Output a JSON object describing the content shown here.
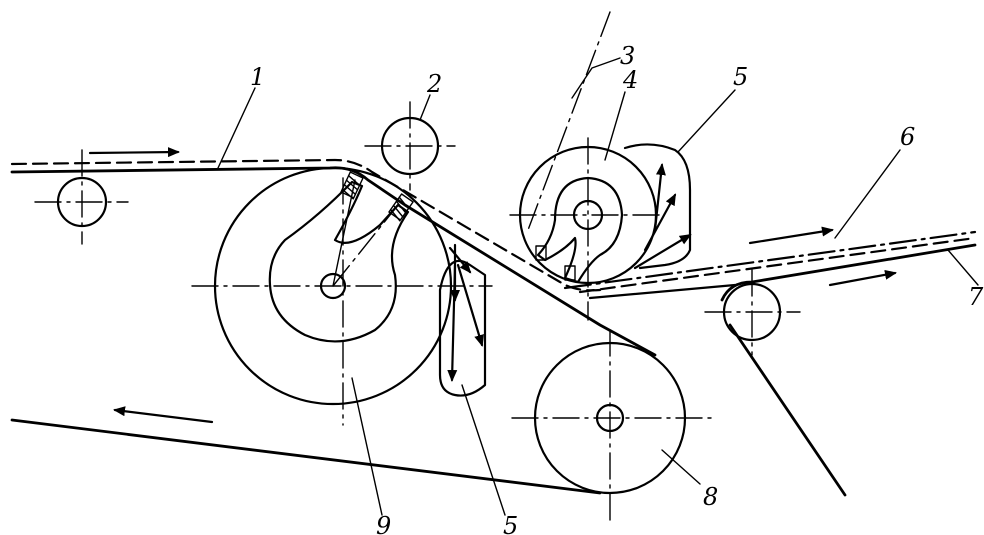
{
  "labels": {
    "l1": "1",
    "l2": "2",
    "l3": "3",
    "l4": "4",
    "l5a": "5",
    "l5b": "5",
    "l6": "6",
    "l7": "7",
    "l8": "8",
    "l9": "9"
  }
}
